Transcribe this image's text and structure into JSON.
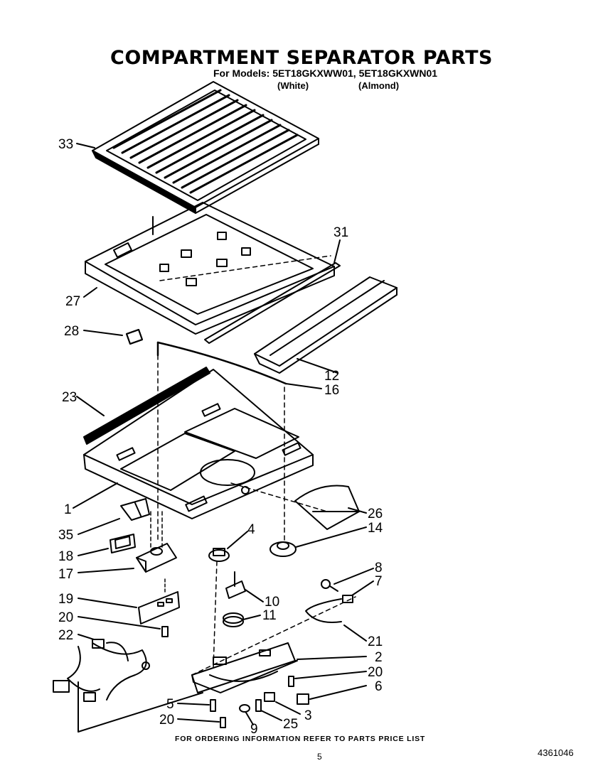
{
  "header": {
    "title": "COMPARTMENT SEPARATOR PARTS",
    "models_line": "For Models: 5ET18GKXWW01, 5ET18GKXWN01",
    "variant_white": "(White)",
    "variant_almond": "(Almond)"
  },
  "callouts": [
    "33",
    "31",
    "27",
    "28",
    "12",
    "16",
    "23",
    "1",
    "26",
    "14",
    "35",
    "4",
    "18",
    "17",
    "8",
    "7",
    "10",
    "19",
    "11",
    "20",
    "22",
    "21",
    "2",
    "20",
    "6",
    "5",
    "3",
    "20",
    "9",
    "25"
  ],
  "footer": {
    "ordering_note": "FOR ORDERING INFORMATION REFER TO PARTS PRICE LIST",
    "page_number": "5",
    "document_number": "4361046"
  }
}
